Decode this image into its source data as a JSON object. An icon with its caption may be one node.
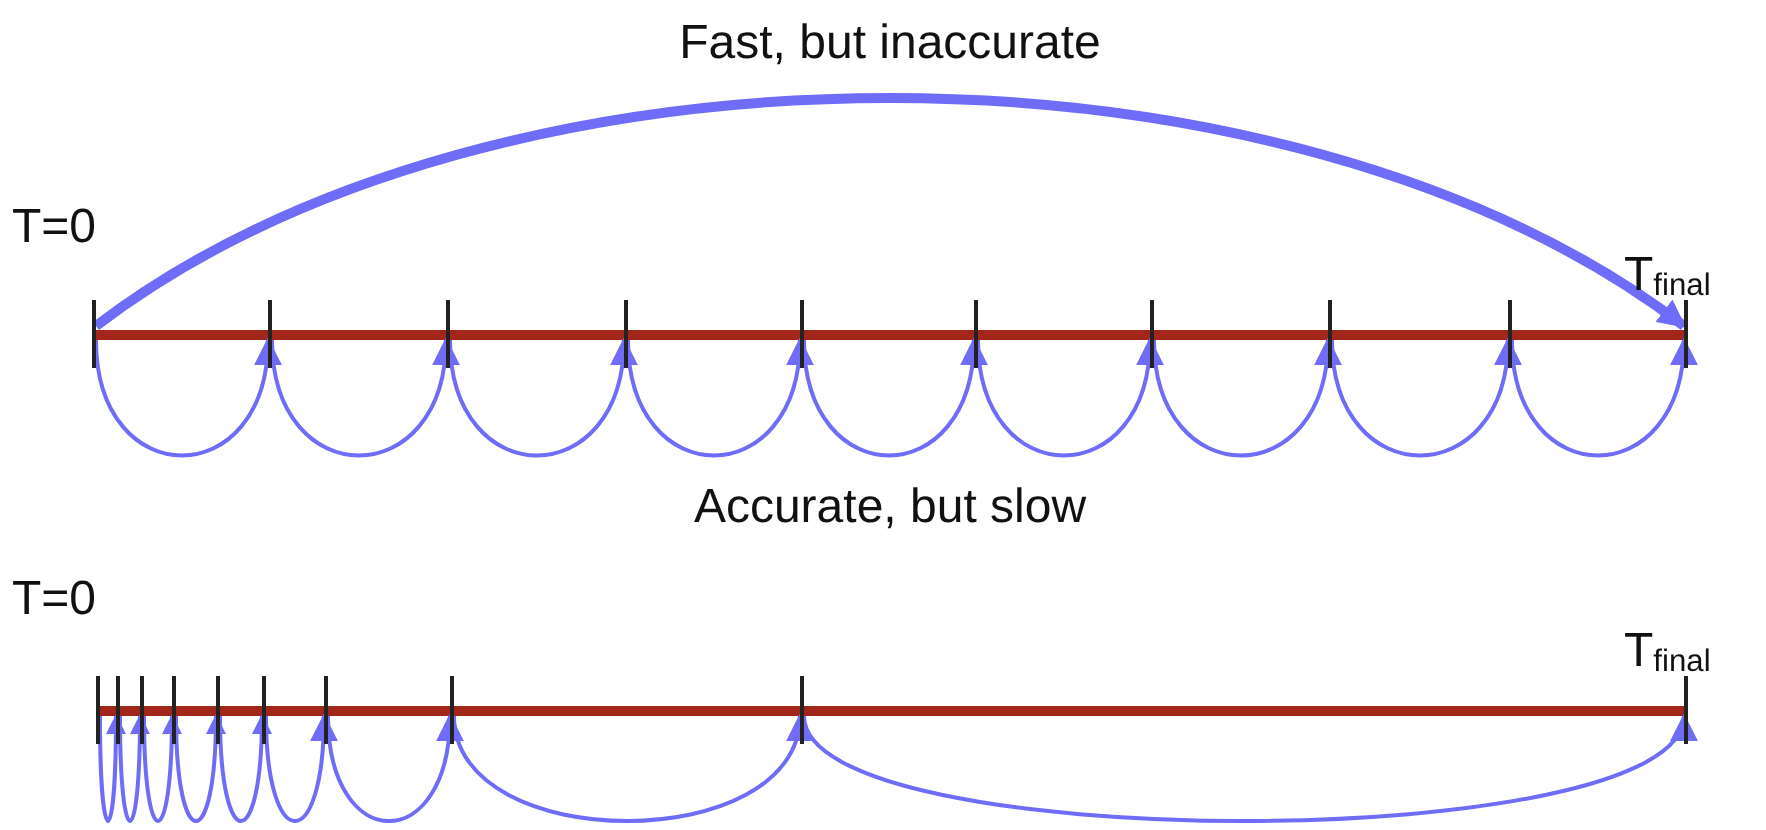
{
  "diagram": {
    "nodes": [
      {
        "text": [],
        "shape": "bar",
        "beside": [
          "T=0"
        ]
      },
      {
        "text": [],
        "shape": "bar"
      },
      {
        "text": [],
        "shape": "bar"
      },
      {
        "text": [],
        "shape": "bar"
      },
      {
        "text": [],
        "shape": "bar"
      },
      {
        "text": [],
        "shape": "bar"
      },
      {
        "text": [],
        "shape": "bar"
      },
      {
        "text": [],
        "shape": "bar"
      },
      {
        "text": [],
        "shape": "bar"
      },
      {
        "text": [],
        "shape": "bar",
        "beside": [
          "T$_{final}$"
        ]
      },
      {
        "text": [],
        "shape": "bar",
        "beside": [
          "T=0"
        ]
      },
      {
        "text": [],
        "shape": "bar"
      },
      {
        "text": [],
        "shape": "bar"
      },
      {
        "text": [],
        "shape": "bar"
      },
      {
        "text": [],
        "shape": "bar"
      },
      {
        "text": [],
        "shape": "bar"
      },
      {
        "text": [],
        "shape": "bar"
      },
      {
        "text": [],
        "shape": "bar"
      },
      {
        "text": [],
        "shape": "bar"
      },
      {
        "text": [],
        "shape": "bar",
        "beside": [
          "T$_{final}$"
        ]
      }
    ],
    "edges": [
      {
        "from": 0,
        "to": 9,
        "arrow": "to",
        "style": "thick"
      },
      {
        "from": 0,
        "to": 1,
        "arrow": "to"
      },
      {
        "from": 1,
        "to": 2,
        "arrow": "to"
      },
      {
        "from": 2,
        "to": 3,
        "arrow": "to"
      },
      {
        "from": 3,
        "to": 4,
        "arrow": "to"
      },
      {
        "from": 4,
        "to": 5,
        "arrow": "to"
      },
      {
        "from": 5,
        "to": 6,
        "arrow": "to"
      },
      {
        "from": 6,
        "to": 7,
        "arrow": "to"
      },
      {
        "from": 7,
        "to": 8,
        "arrow": "to"
      },
      {
        "from": 8,
        "to": 9,
        "arrow": "to"
      },
      {
        "from": 10,
        "to": 11,
        "arrow": "to"
      },
      {
        "from": 11,
        "to": 12,
        "arrow": "to"
      },
      {
        "from": 12,
        "to": 13,
        "arrow": "to"
      },
      {
        "from": 13,
        "to": 14,
        "arrow": "to"
      },
      {
        "from": 14,
        "to": 15,
        "arrow": "to"
      },
      {
        "from": 15,
        "to": 16,
        "arrow": "to"
      },
      {
        "from": 16,
        "to": 17,
        "arrow": "to"
      },
      {
        "from": 17,
        "to": 18,
        "arrow": "to"
      },
      {
        "from": 18,
        "to": 19,
        "arrow": "to"
      }
    ],
    "labels": [
      "Fast, but inaccurate",
      "Accurate, but slow"
    ]
  }
}
